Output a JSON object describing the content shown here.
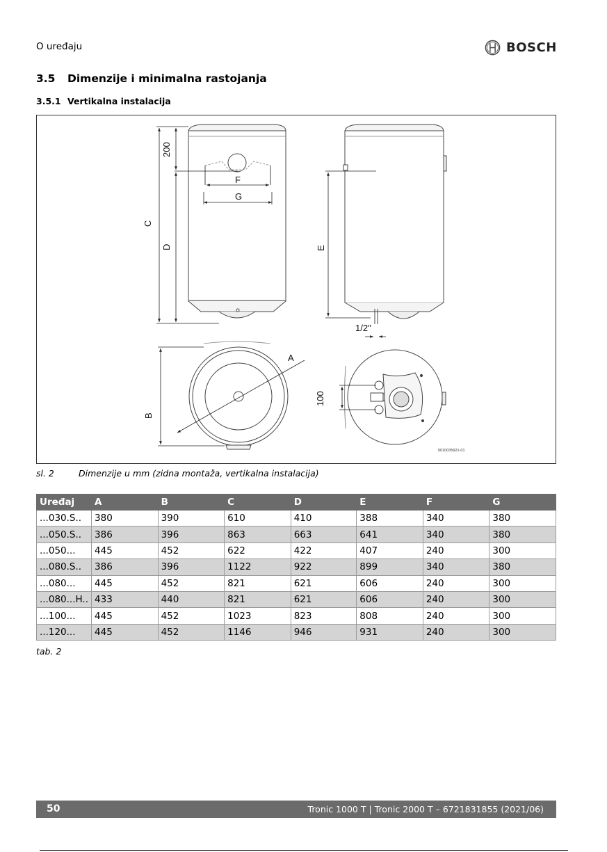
{
  "header": {
    "section": "O uređaju",
    "brand": "BOSCH"
  },
  "section": {
    "number": "3.5",
    "title": "Dimenzije i minimalna rastojanja"
  },
  "subsection": {
    "number": "3.5.1",
    "title": "Vertikalna instalacija"
  },
  "figure": {
    "labels": {
      "dim_200": "200",
      "C": "C",
      "D": "D",
      "F": "F",
      "G": "G",
      "E": "E",
      "half_inch": "1/2\"",
      "A": "A",
      "B": "B",
      "dim_100": "100"
    },
    "code": "0010035921-01"
  },
  "caption": {
    "label": "sl. 2",
    "text": "Dimenzije u mm (zidna montaža, vertikalna instalacija)"
  },
  "table": {
    "headers": [
      "Uređaj",
      "A",
      "B",
      "C",
      "D",
      "E",
      "F",
      "G"
    ],
    "rows": [
      [
        "...030.S..",
        "380",
        "390",
        "610",
        "410",
        "388",
        "340",
        "380"
      ],
      [
        "...050.S..",
        "386",
        "396",
        "863",
        "663",
        "641",
        "340",
        "380"
      ],
      [
        "...050...",
        "445",
        "452",
        "622",
        "422",
        "407",
        "240",
        "300"
      ],
      [
        "...080.S..",
        "386",
        "396",
        "1122",
        "922",
        "899",
        "340",
        "380"
      ],
      [
        "...080...",
        "445",
        "452",
        "821",
        "621",
        "606",
        "240",
        "300"
      ],
      [
        "...080...H..",
        "433",
        "440",
        "821",
        "621",
        "606",
        "240",
        "300"
      ],
      [
        "...100...",
        "445",
        "452",
        "1023",
        "823",
        "808",
        "240",
        "300"
      ],
      [
        "...120...",
        "445",
        "452",
        "1146",
        "946",
        "931",
        "240",
        "300"
      ]
    ],
    "ref": "tab. 2"
  },
  "footer": {
    "page": "50",
    "doc": "Tronic 1000 T | Tronic 2000 T – 6721831855 (2021/06)"
  }
}
